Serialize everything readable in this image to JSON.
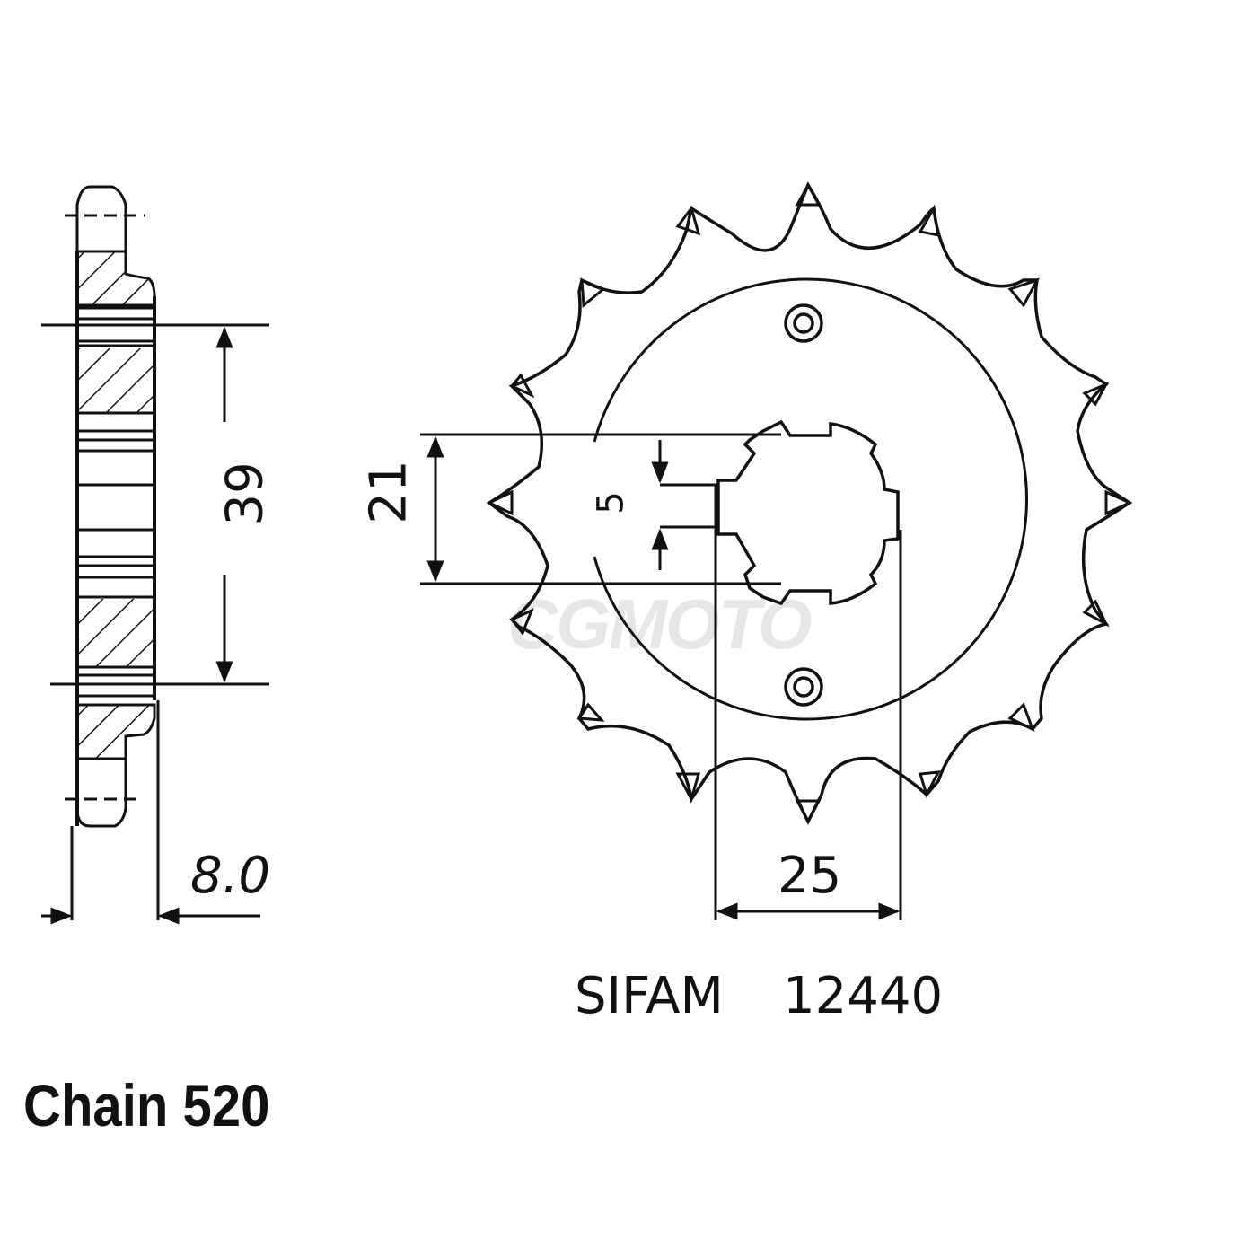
{
  "diagram": {
    "type": "technical-drawing",
    "subject": "front sprocket",
    "side_view": {
      "dimensions": {
        "inner_diameter_label": "39",
        "thickness_label": "8.0"
      }
    },
    "front_view": {
      "tooth_count": 16,
      "dimensions": {
        "spline_height_label": "21",
        "keyway_width_label": "5",
        "spline_width_label": "25"
      }
    }
  },
  "labels": {
    "brand": "SIFAM",
    "part_number": "12440",
    "chain": "Chain 520",
    "watermark": "CGMOTO"
  },
  "colors": {
    "line": "#111111",
    "background": "#ffffff",
    "watermark": "#e6e6e6"
  }
}
